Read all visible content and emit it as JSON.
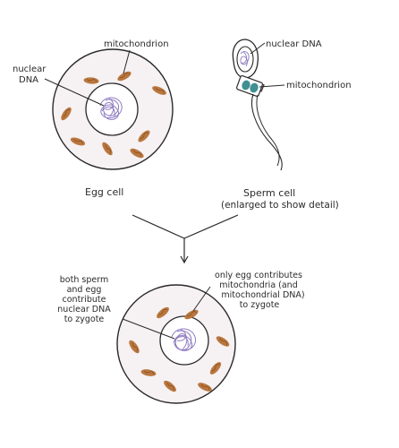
{
  "labels": {
    "egg_mitochondrion": "mitochondrion",
    "egg_nuclear_dna_line1": "nuclear",
    "egg_nuclear_dna_line2": "DNA",
    "sperm_nuclear_dna": "nuclear DNA",
    "sperm_mitochondrion": "mitochondrion",
    "egg_cell": "Egg cell",
    "sperm_cell_line1": "Sperm cell",
    "sperm_cell_line2": "(enlarged to show detail)",
    "zygote_left_line1": "both sperm",
    "zygote_left_line2": "and egg",
    "zygote_left_line3": "contribute",
    "zygote_left_line4": "nuclear DNA",
    "zygote_left_line5": "to zygote",
    "zygote_right_line1": "only egg contributes",
    "zygote_right_line2": "mitochondria (and",
    "zygote_right_line3": "mitochondrial DNA)",
    "zygote_right_line4": "to zygote"
  },
  "colors": {
    "outline": "#2a2a2a",
    "cytoplasm": "#f6f1f3",
    "nucleus_fill": "#ffffff",
    "dna": "#8e7bc1",
    "mitochondrion": "#b9773e",
    "sperm_mitochondrion": "#3f8f93"
  }
}
